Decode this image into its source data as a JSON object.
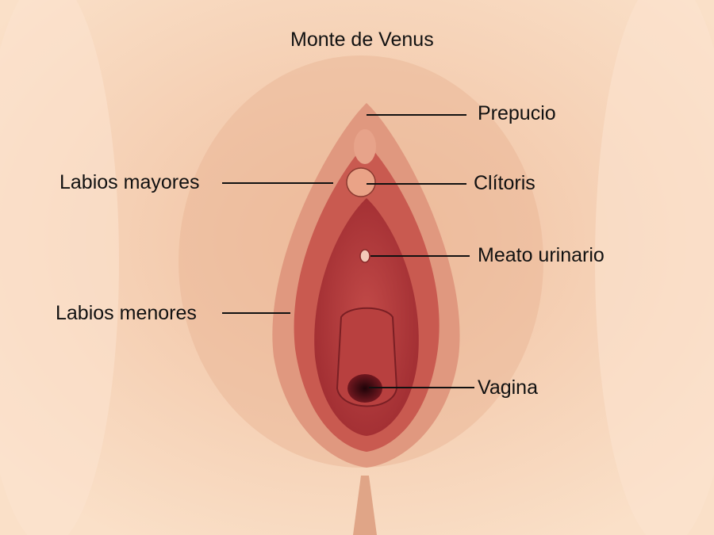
{
  "labels": {
    "monte_de_venus": "Monte de Venus",
    "prepucio": "Prepucio",
    "labios_mayores": "Labios mayores",
    "clitoris": "Clítoris",
    "meato_urinario": "Meato urinario",
    "labios_menores": "Labios menores",
    "vagina": "Vagina"
  },
  "colors": {
    "skin": "#f6d3b8",
    "skin_shadow": "#e9b597",
    "labia_outer": "#d98a78",
    "labia_inner": "#c2463f",
    "vestibule": "#b5383a",
    "opening": "#3a0a10",
    "leader_line": "#111111"
  }
}
